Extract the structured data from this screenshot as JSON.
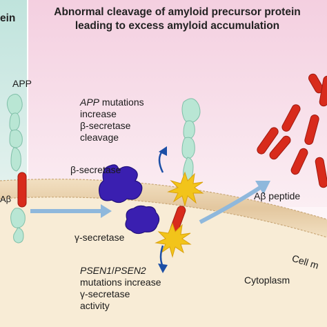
{
  "header": {
    "left_fragment": "ein",
    "title_line1": "Abnormal cleavage of amyloid precursor protein",
    "title_line2": "leading to excess amyloid accumulation"
  },
  "labels": {
    "app": "APP",
    "abeta_left": "Aβ",
    "beta_secretase": "β-secretase",
    "gamma_secretase": "γ-secretase",
    "abeta_peptide": "Aβ peptide",
    "cell_membrane": "Cell m",
    "cytoplasm": "Cytoplasm"
  },
  "notes": {
    "app_mutations": {
      "gene": "APP",
      "line1_rest": " mutations",
      "line2": "increase",
      "line3": "β-secretase",
      "line4": "cleavage"
    },
    "psen_mutations": {
      "gene1": "PSEN1",
      "slash": "/",
      "gene2": "PSEN2",
      "line2": "mutations increase",
      "line3": "γ-secretase",
      "line4": "activity"
    }
  },
  "colors": {
    "top_band": "#f6dbe7",
    "left_band": "#d8ece8",
    "membrane": "#e8d2b0",
    "cytoplasm": "#f8ecd6",
    "app_protein": "#b9e6d4",
    "abeta_red": "#d82b1c",
    "secretase_blue": "#3a1fb0",
    "spark_yellow": "#f2c41a",
    "arrow_blue": "#8fb8dc",
    "curved_arrow": "#1c4fa6"
  }
}
